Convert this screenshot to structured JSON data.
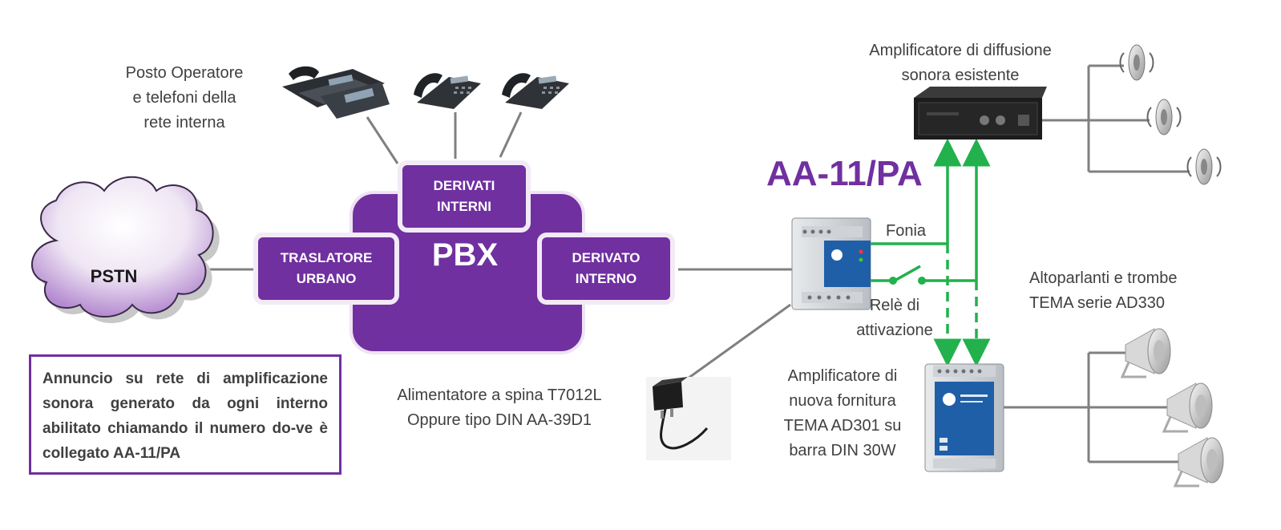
{
  "pstn": {
    "label": "PSTN"
  },
  "pbx": {
    "label": "PBX",
    "derivati_interni": "DERIVATI\nINTERNI",
    "traslatore_urbano": "TRASLATORE\nURBANO",
    "derivato_interno": "DERIVATO\nINTERNO"
  },
  "labels": {
    "posto_operatore": "Posto Operatore\ne telefoni della\nrete interna",
    "amplificatore_esistente": "Amplificatore di diffusione\nsonora esistente",
    "aa11pa": "AA-11/PA",
    "fonia": "Fonia",
    "rele": "Relè di\nattivazione",
    "alimentatore": "Alimentatore a spina T7012L\nOppure tipo DIN AA-39D1",
    "amplificatore_nuovo": "Amplificatore di\nnuova fornitura\nTEMA AD301 su\nbarra DIN 30W",
    "altoparlanti": "Altoparlanti e trombe\nTEMA serie AD330"
  },
  "note": {
    "text": "Annuncio su rete di amplificazione sonora generato da ogni interno abilitato chiamando il numero do-ve è collegato AA-11/PA"
  },
  "colors": {
    "purple": "#7030a0",
    "green": "#22b14c",
    "line_gray": "#808080",
    "text": "#404040"
  }
}
